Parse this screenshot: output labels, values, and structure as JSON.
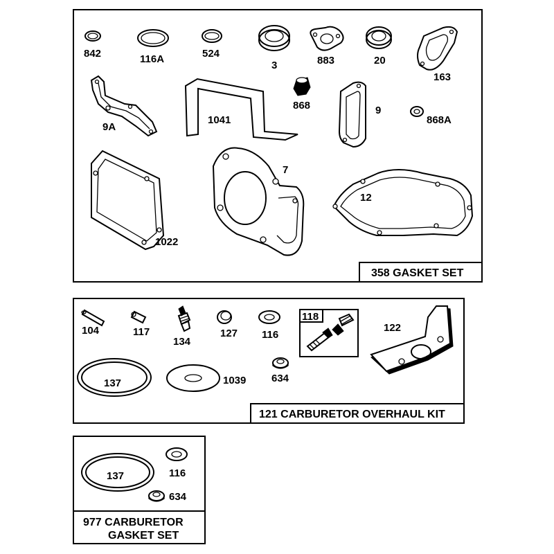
{
  "gasket_set": {
    "title": "358 GASKET SET",
    "labels": {
      "p842": "842",
      "p116a": "116A",
      "p524": "524",
      "p3": "3",
      "p883": "883",
      "p20": "20",
      "p163": "163",
      "p9a": "9A",
      "p1041": "1041",
      "p868": "868",
      "p9": "9",
      "p868a": "868A",
      "p1022": "1022",
      "p7": "7",
      "p12": "12"
    }
  },
  "overhaul_kit": {
    "title": "121 CARBURETOR OVERHAUL KIT",
    "labels": {
      "p104": "104",
      "p117": "117",
      "p134": "134",
      "p127": "127",
      "p116": "116",
      "p118": "118",
      "p122": "122",
      "p137": "137",
      "p1039": "1039",
      "p634": "634"
    }
  },
  "carb_gasket_set": {
    "title_line1": "977 CARBURETOR",
    "title_line2": "GASKET SET",
    "labels": {
      "p137": "137",
      "p116": "116",
      "p634": "634"
    }
  }
}
